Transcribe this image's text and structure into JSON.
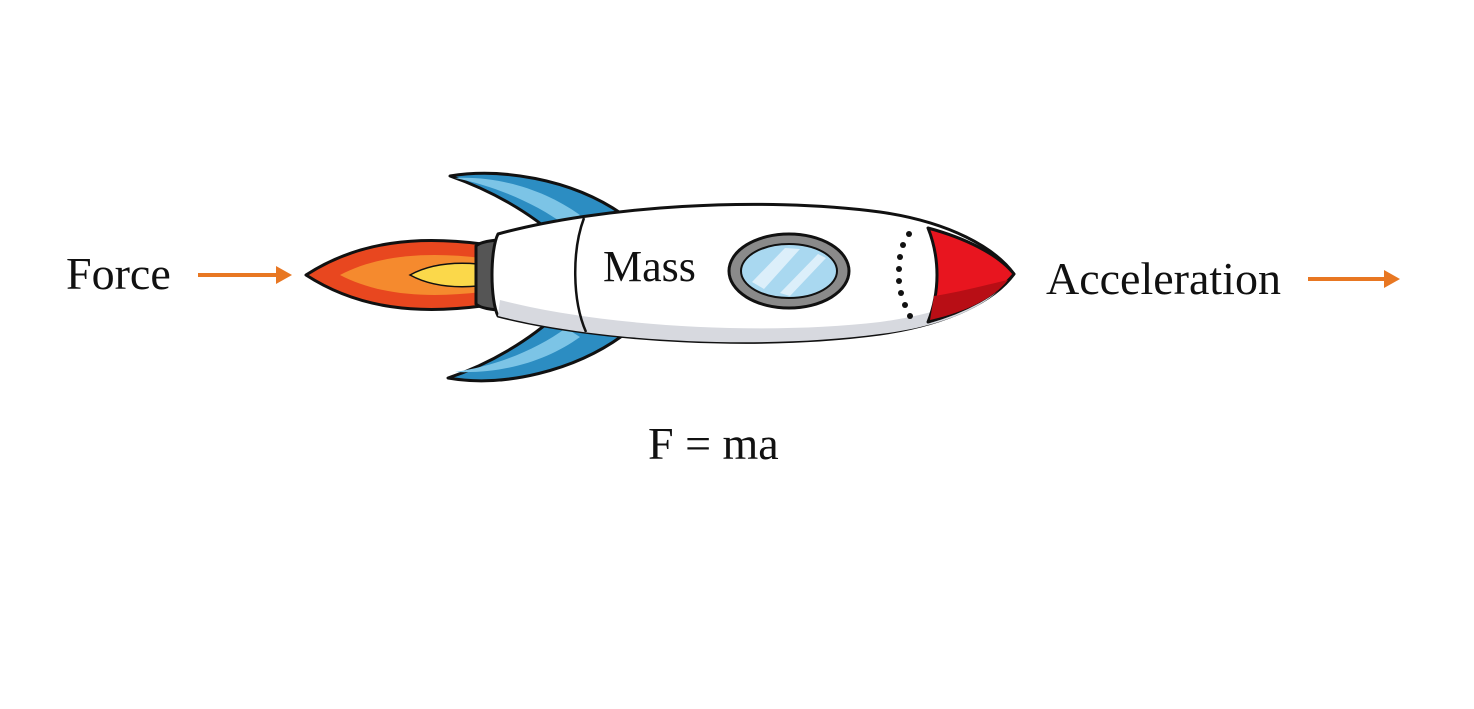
{
  "labels": {
    "force": "Force",
    "mass": "Mass",
    "acceleration": "Acceleration",
    "equation": "F = ma"
  },
  "colors": {
    "arrow": "#E87722",
    "fin": "#2C8DC2",
    "fin_light": "#7CC4E6",
    "nose": "#E8151F",
    "flame_outer": "#E8471F",
    "flame_mid": "#F58A2E",
    "flame_inner": "#FBD84A",
    "body": "#FFFFFF",
    "window_glass": "#A9D8F0",
    "window_rim": "#8A8A8A"
  },
  "icons": [
    "rocket-icon",
    "force-arrow-icon",
    "acceleration-arrow-icon"
  ]
}
